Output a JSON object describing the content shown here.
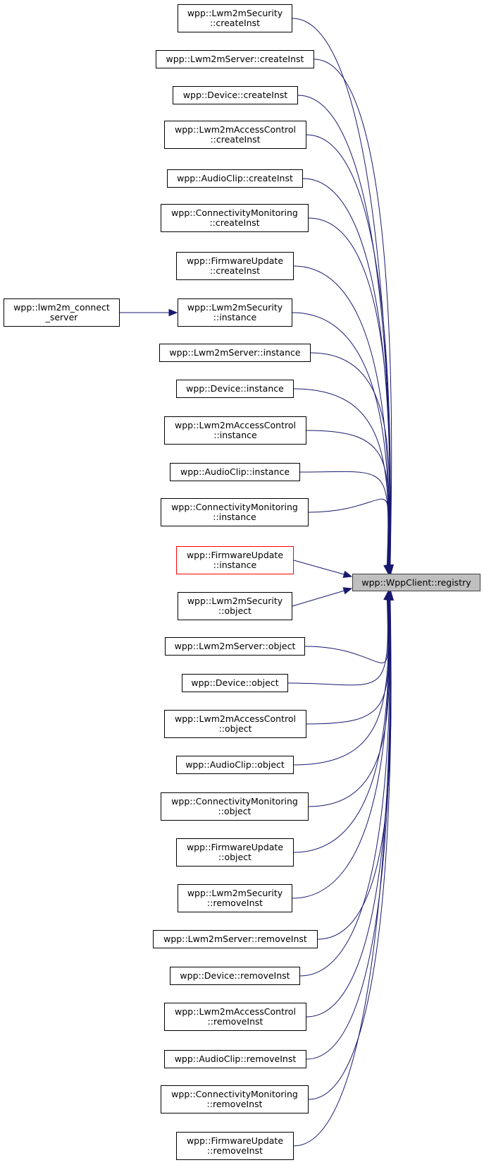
{
  "graph": {
    "edge_color": "#191970",
    "target": {
      "label": "wpp::WppClient::registry"
    },
    "callers": [
      {
        "lines": [
          "wpp::Lwm2mSecurity",
          "::createInst"
        ]
      },
      {
        "lines": [
          "wpp::Lwm2mServer::createInst"
        ]
      },
      {
        "lines": [
          "wpp::Device::createInst"
        ]
      },
      {
        "lines": [
          "wpp::Lwm2mAccessControl",
          "::createInst"
        ]
      },
      {
        "lines": [
          "wpp::AudioClip::createInst"
        ]
      },
      {
        "lines": [
          "wpp::ConnectivityMonitoring",
          "::createInst"
        ]
      },
      {
        "lines": [
          "wpp::FirmwareUpdate",
          "::createInst"
        ]
      },
      {
        "lines": [
          "wpp::Lwm2mSecurity",
          "::instance"
        ]
      },
      {
        "lines": [
          "wpp::Lwm2mServer::instance"
        ]
      },
      {
        "lines": [
          "wpp::Device::instance"
        ]
      },
      {
        "lines": [
          "wpp::Lwm2mAccessControl",
          "::instance"
        ]
      },
      {
        "lines": [
          "wpp::AudioClip::instance"
        ]
      },
      {
        "lines": [
          "wpp::ConnectivityMonitoring",
          "::instance"
        ]
      },
      {
        "lines": [
          "wpp::FirmwareUpdate",
          "::instance"
        ],
        "highlight": true
      },
      {
        "lines": [
          "wpp::Lwm2mSecurity",
          "::object"
        ]
      },
      {
        "lines": [
          "wpp::Lwm2mServer::object"
        ]
      },
      {
        "lines": [
          "wpp::Device::object"
        ]
      },
      {
        "lines": [
          "wpp::Lwm2mAccessControl",
          "::object"
        ]
      },
      {
        "lines": [
          "wpp::AudioClip::object"
        ]
      },
      {
        "lines": [
          "wpp::ConnectivityMonitoring",
          "::object"
        ]
      },
      {
        "lines": [
          "wpp::FirmwareUpdate",
          "::object"
        ]
      },
      {
        "lines": [
          "wpp::Lwm2mSecurity",
          "::removeInst"
        ]
      },
      {
        "lines": [
          "wpp::Lwm2mServer::removeInst"
        ]
      },
      {
        "lines": [
          "wpp::Device::removeInst"
        ]
      },
      {
        "lines": [
          "wpp::Lwm2mAccessControl",
          "::removeInst"
        ]
      },
      {
        "lines": [
          "wpp::AudioClip::removeInst"
        ]
      },
      {
        "lines": [
          "wpp::ConnectivityMonitoring",
          "::removeInst"
        ]
      },
      {
        "lines": [
          "wpp::FirmwareUpdate",
          "::removeInst"
        ]
      }
    ],
    "second_level": {
      "lines": [
        "wpp::lwm2m_connect",
        "_server"
      ],
      "calls_caller_index": 7
    }
  }
}
